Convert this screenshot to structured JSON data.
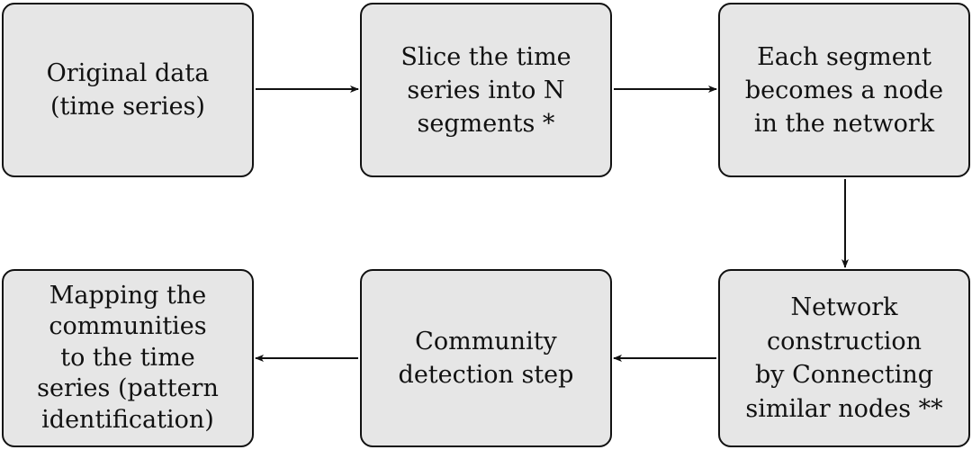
{
  "nodes": {
    "original_data": "Original data\n(time series)",
    "slice": "Slice the time\nseries into N\nsegments *",
    "segment_node": "Each segment\nbecomes a node\nin the network",
    "network_construction": "Network\nconstruction\nby Connecting\nsimilar nodes **",
    "community_detection": "Community\ndetection step",
    "mapping": "Mapping the\ncommunities\nto the time\nseries (pattern\nidentification)"
  },
  "colors": {
    "node_fill": "#e6e6e6",
    "node_border": "#111111",
    "arrow": "#111111",
    "text": "#111111"
  }
}
